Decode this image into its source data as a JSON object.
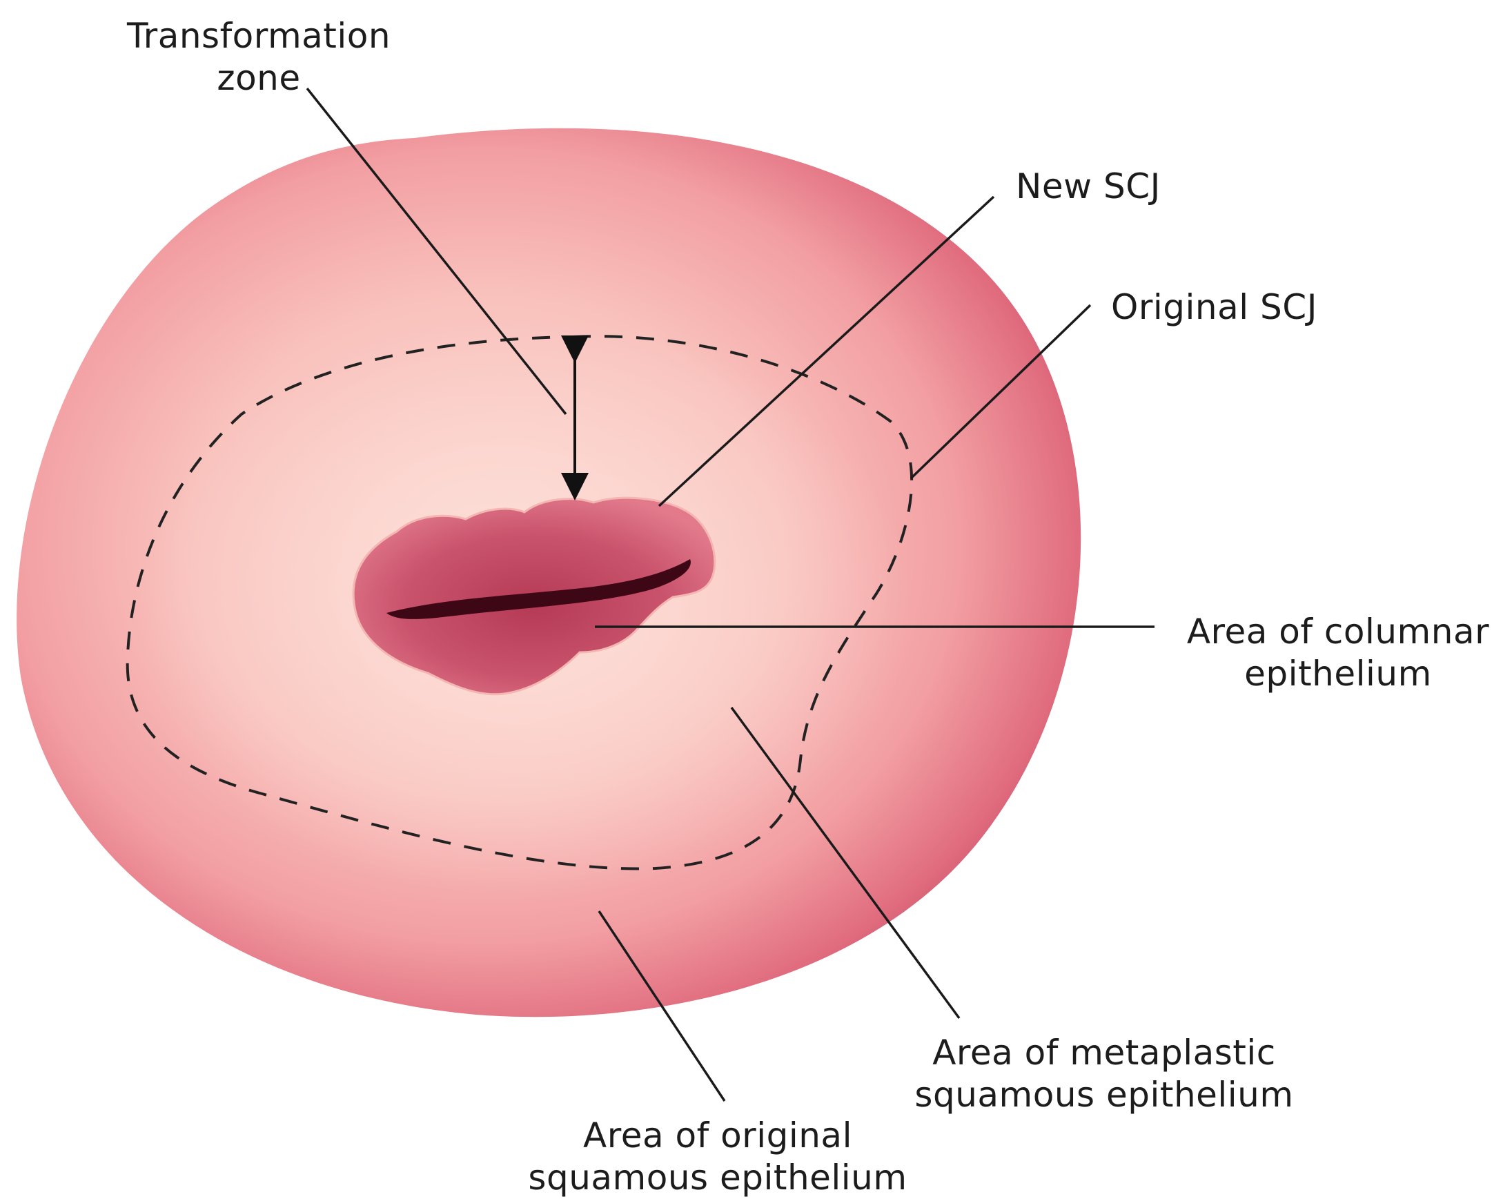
{
  "diagram": {
    "labels": {
      "transformation_zone": [
        "Transformation",
        "zone"
      ],
      "new_scj": "New SCJ",
      "original_scj": "Original SCJ",
      "columnar_epithelium": [
        "Area of columnar",
        "epithelium"
      ],
      "metaplastic_epithelium": [
        "Area of metaplastic",
        "squamous epithelium"
      ],
      "original_squamous_epithelium": [
        "Area of original",
        "squamous epithelium"
      ]
    },
    "colors": {
      "tissue_outer": "#cf5068",
      "tissue_mid": "#ef8c92",
      "tissue_light": "#fbd2cc",
      "os_lesion": "#c44a63",
      "os_slit": "#3e0716",
      "leader_line": "#1a1a1a",
      "dashed_boundary": "#222222"
    }
  }
}
